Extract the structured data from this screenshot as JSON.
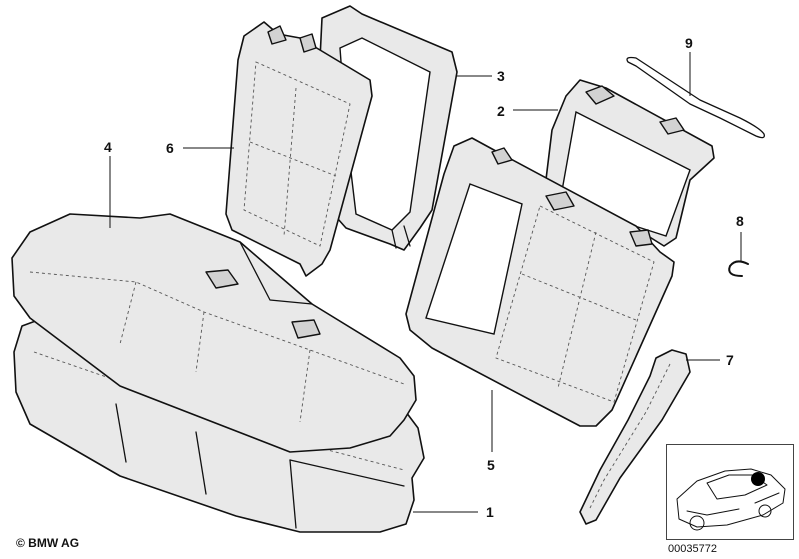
{
  "diagram": {
    "copyright": "© BMW AG",
    "document_number": "00035772",
    "callouts": [
      "1",
      "2",
      "3",
      "4",
      "5",
      "6",
      "7",
      "8",
      "9"
    ]
  },
  "colors": {
    "part_fill": "#e9e9e9",
    "outline": "#111111",
    "marker": "#000000"
  }
}
